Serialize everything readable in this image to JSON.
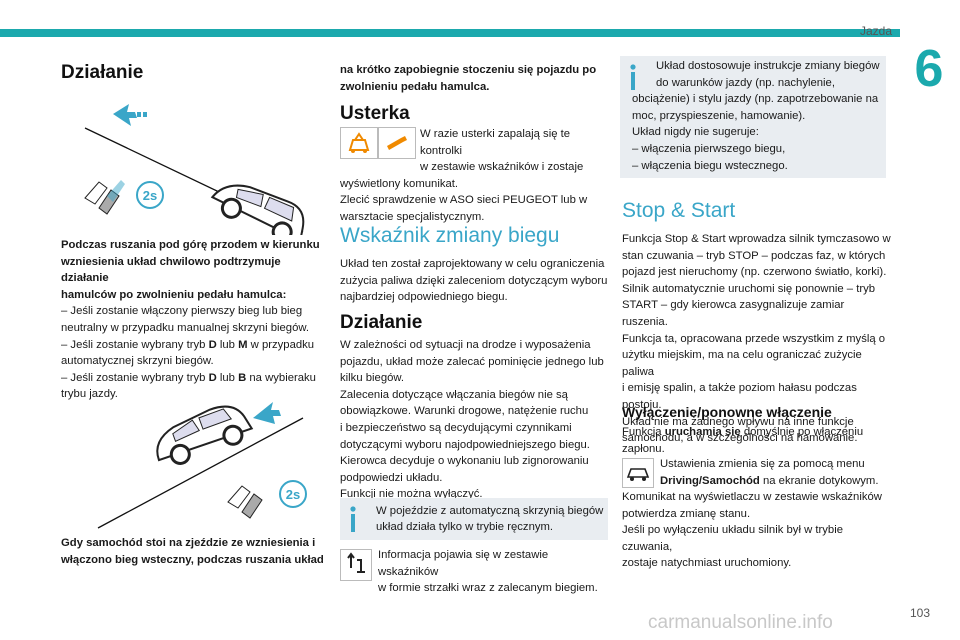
{
  "header": {
    "section": "Jazda",
    "chapter": "6"
  },
  "col1": {
    "heading": "Działanie",
    "fig1_badge": "2s",
    "para1": [
      "Podczas ruszania pod górę przodem w kierunku",
      "wzniesienia układ chwilowo podtrzymuje działanie",
      "hamulców po zwolnieniu pedału hamulca:"
    ],
    "bullets": [
      "–  Jeśli zostanie włączony pierwszy bieg lub bieg",
      "neutralny w przypadku manualnej skrzyni biegów.",
      "–  Jeśli zostanie wybrany tryb D lub M w przypadku",
      "automatycznej skrzyni biegów.",
      "–  Jeśli zostanie wybrany tryb D lub B na wybieraku",
      "trybu jazdy."
    ],
    "fig2_badge": "2s",
    "para2": [
      "Gdy samochód stoi na zjeździe ze wzniesienia i",
      "włączono bieg wsteczny, podczas ruszania układ"
    ]
  },
  "col2": {
    "cont": [
      "na krótko zapobiegnie stoczeniu się pojazdu po",
      "zwolnieniu pedału hamulca."
    ],
    "usterka_heading": "Usterka",
    "usterka_text": [
      "W razie usterki zapalają się te kontrolki",
      "w zestawie wskaźników i zostaje",
      "wyświetlony komunikat.",
      "Zlecić sprawdzenie w ASO sieci PEUGEOT lub w",
      "warsztacie specjalistycznym."
    ],
    "gear_heading": "Wskaźnik zmiany biegu",
    "gear_text": [
      "Układ ten został zaprojektowany w celu ograniczenia",
      "zużycia paliwa dzięki zaleceniom dotyczącym wyboru",
      "najbardziej odpowiedniego biegu."
    ],
    "dzialanie_heading": "Działanie",
    "dzialanie_text": [
      "W zależności od sytuacji na drodze i wyposażenia",
      "pojazdu, układ może zalecać pominięcie jednego lub",
      "kilku biegów.",
      "Zalecenia dotyczące włączania biegów nie są",
      "obowiązkowe. Warunki drogowe, natężenie ruchu",
      "i bezpieczeństwo są decydującymi czynnikami",
      "dotyczącymi wyboru najodpowiedniejszego biegu.",
      "Kierowca decyduje o wykonaniu lub zignorowaniu",
      "podpowiedzi układu.",
      "Funkcji nie można wyłączyć."
    ],
    "info1": [
      "W pojeździe z automatyczną skrzynią biegów",
      "układ działa tylko w trybie ręcznym."
    ],
    "info2": [
      "Informacja pojawia się w zestawie wskaźników",
      "w formie strzałki wraz z zalecanym biegiem."
    ]
  },
  "col3": {
    "info": [
      "Układ dostosowuje instrukcje zmiany biegów",
      "do warunków jazdy (np. nachylenie,",
      "obciążenie) i stylu jazdy (np. zapotrzebowanie na",
      "moc, przyspieszenie, hamowanie).",
      "Układ nigdy nie sugeruje:",
      "–  włączenia pierwszego biegu,",
      "–  włączenia biegu wstecznego."
    ],
    "ss_heading": "Stop & Start",
    "ss_text": [
      "Funkcja Stop & Start wprowadza silnik tymczasowo w",
      "stan czuwania – tryb STOP – podczas faz, w których",
      "pojazd jest nieruchomy (np. czerwono światło, korki).",
      "Silnik automatycznie uruchomi się ponownie – tryb",
      "START – gdy kierowca zasygnalizuje zamiar ruszenia.",
      "Funkcja ta, opracowana przede wszystkim z myślą o",
      "użytku miejskim, ma na celu ograniczać zużycie paliwa",
      "i emisję spalin, a także poziom hałasu podczas postoju.",
      "Układ nie ma żadnego wpływu na inne funkcje",
      "samochodu, a w szczególności na hamowanie."
    ],
    "sub_heading": "Wyłączenie/ponowne włączenie",
    "func_pre": "Funkcja ",
    "func_bold": "uruchamia się",
    "func_post": " domyślnie po włączeniu",
    "func_line2": "zapłonu.",
    "settings_line1": "Ustawienia zmienia się za pomocą menu",
    "settings_bold": "Driving/Samochód",
    "settings_post": " na ekranie dotykowym.",
    "tail": [
      "Komunikat na wyświetlaczu w zestawie wskaźników",
      "potwierdza zmianę stanu.",
      "Jeśli po wyłączeniu układu silnik był w trybie czuwania,",
      "zostaje natychmiast uruchomiony."
    ]
  },
  "footer": {
    "page": "103",
    "watermark": "carmanualsonline.info"
  },
  "colors": {
    "accent": "#1ba9ad",
    "heading_blue": "#3aa6c8",
    "warning_orange": "#f08a00",
    "infobox": "#e9edf1"
  }
}
